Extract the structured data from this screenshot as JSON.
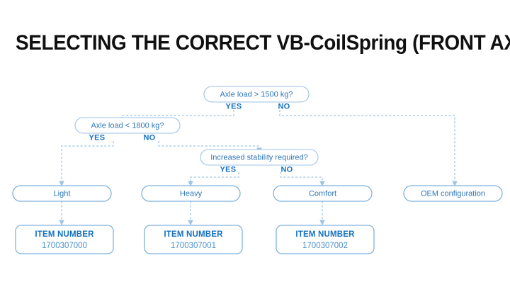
{
  "slide": {
    "title": "SELECTING THE CORRECT VB-CoilSpring (FRONT AXLE)",
    "background_color": "#ffffff",
    "title_color": "#101010",
    "accent_color": "#1570be",
    "line_color": "#9cc3e5",
    "node_text_color": "#2e76b8"
  },
  "flowchart": {
    "type": "decision-tree",
    "decisions": [
      {
        "id": "d1",
        "question": "Axle load > 1500 kg?",
        "yes_label": "YES",
        "no_label": "NO",
        "yes_target": "d2",
        "no_target": "oem"
      },
      {
        "id": "d2",
        "question": "Axle load < 1800 kg?",
        "yes_label": "YES",
        "no_label": "NO",
        "yes_target": "light",
        "no_target": "d3"
      },
      {
        "id": "d3",
        "question": "Increased stability required?",
        "yes_label": "YES",
        "no_label": "NO",
        "yes_target": "heavy",
        "no_target": "comfort"
      }
    ],
    "results": [
      {
        "id": "light",
        "label": "Light"
      },
      {
        "id": "heavy",
        "label": "Heavy"
      },
      {
        "id": "comfort",
        "label": "Comfort"
      },
      {
        "id": "oem",
        "label": "OEM configuration"
      }
    ],
    "item_boxes": [
      {
        "id": "item1",
        "title": "ITEM NUMBER",
        "number": "1700307000",
        "source": "light"
      },
      {
        "id": "item2",
        "title": "ITEM NUMBER",
        "number": "1700307001",
        "source": "heavy"
      },
      {
        "id": "item3",
        "title": "ITEM NUMBER",
        "number": "1700307002",
        "source": "comfort"
      }
    ]
  }
}
